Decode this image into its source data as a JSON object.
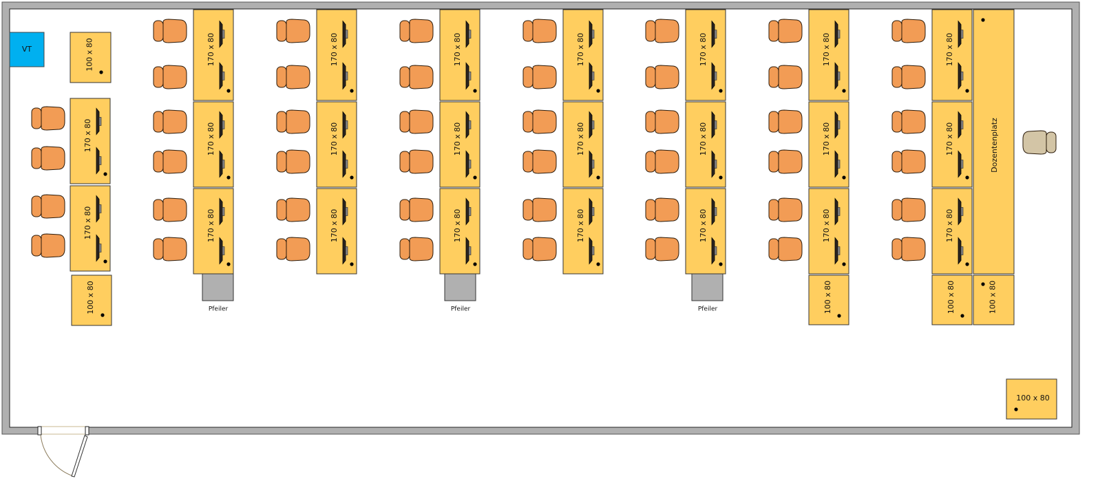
{
  "labels": {
    "desk_large": "170 x 80",
    "desk_small": "100 x 80",
    "vt": "VT",
    "pillar": "Pfeiler",
    "lecturer_desk": "Dozentenplatz"
  },
  "colors": {
    "wall": "#b0b0b0",
    "desk": "#ffce5f",
    "chair": "#f29c55",
    "lecturer_chair": "#d3c5a6",
    "vt": "#00b0f0",
    "pillar": "#b0b0b0",
    "monitor": "#2a2420"
  }
}
